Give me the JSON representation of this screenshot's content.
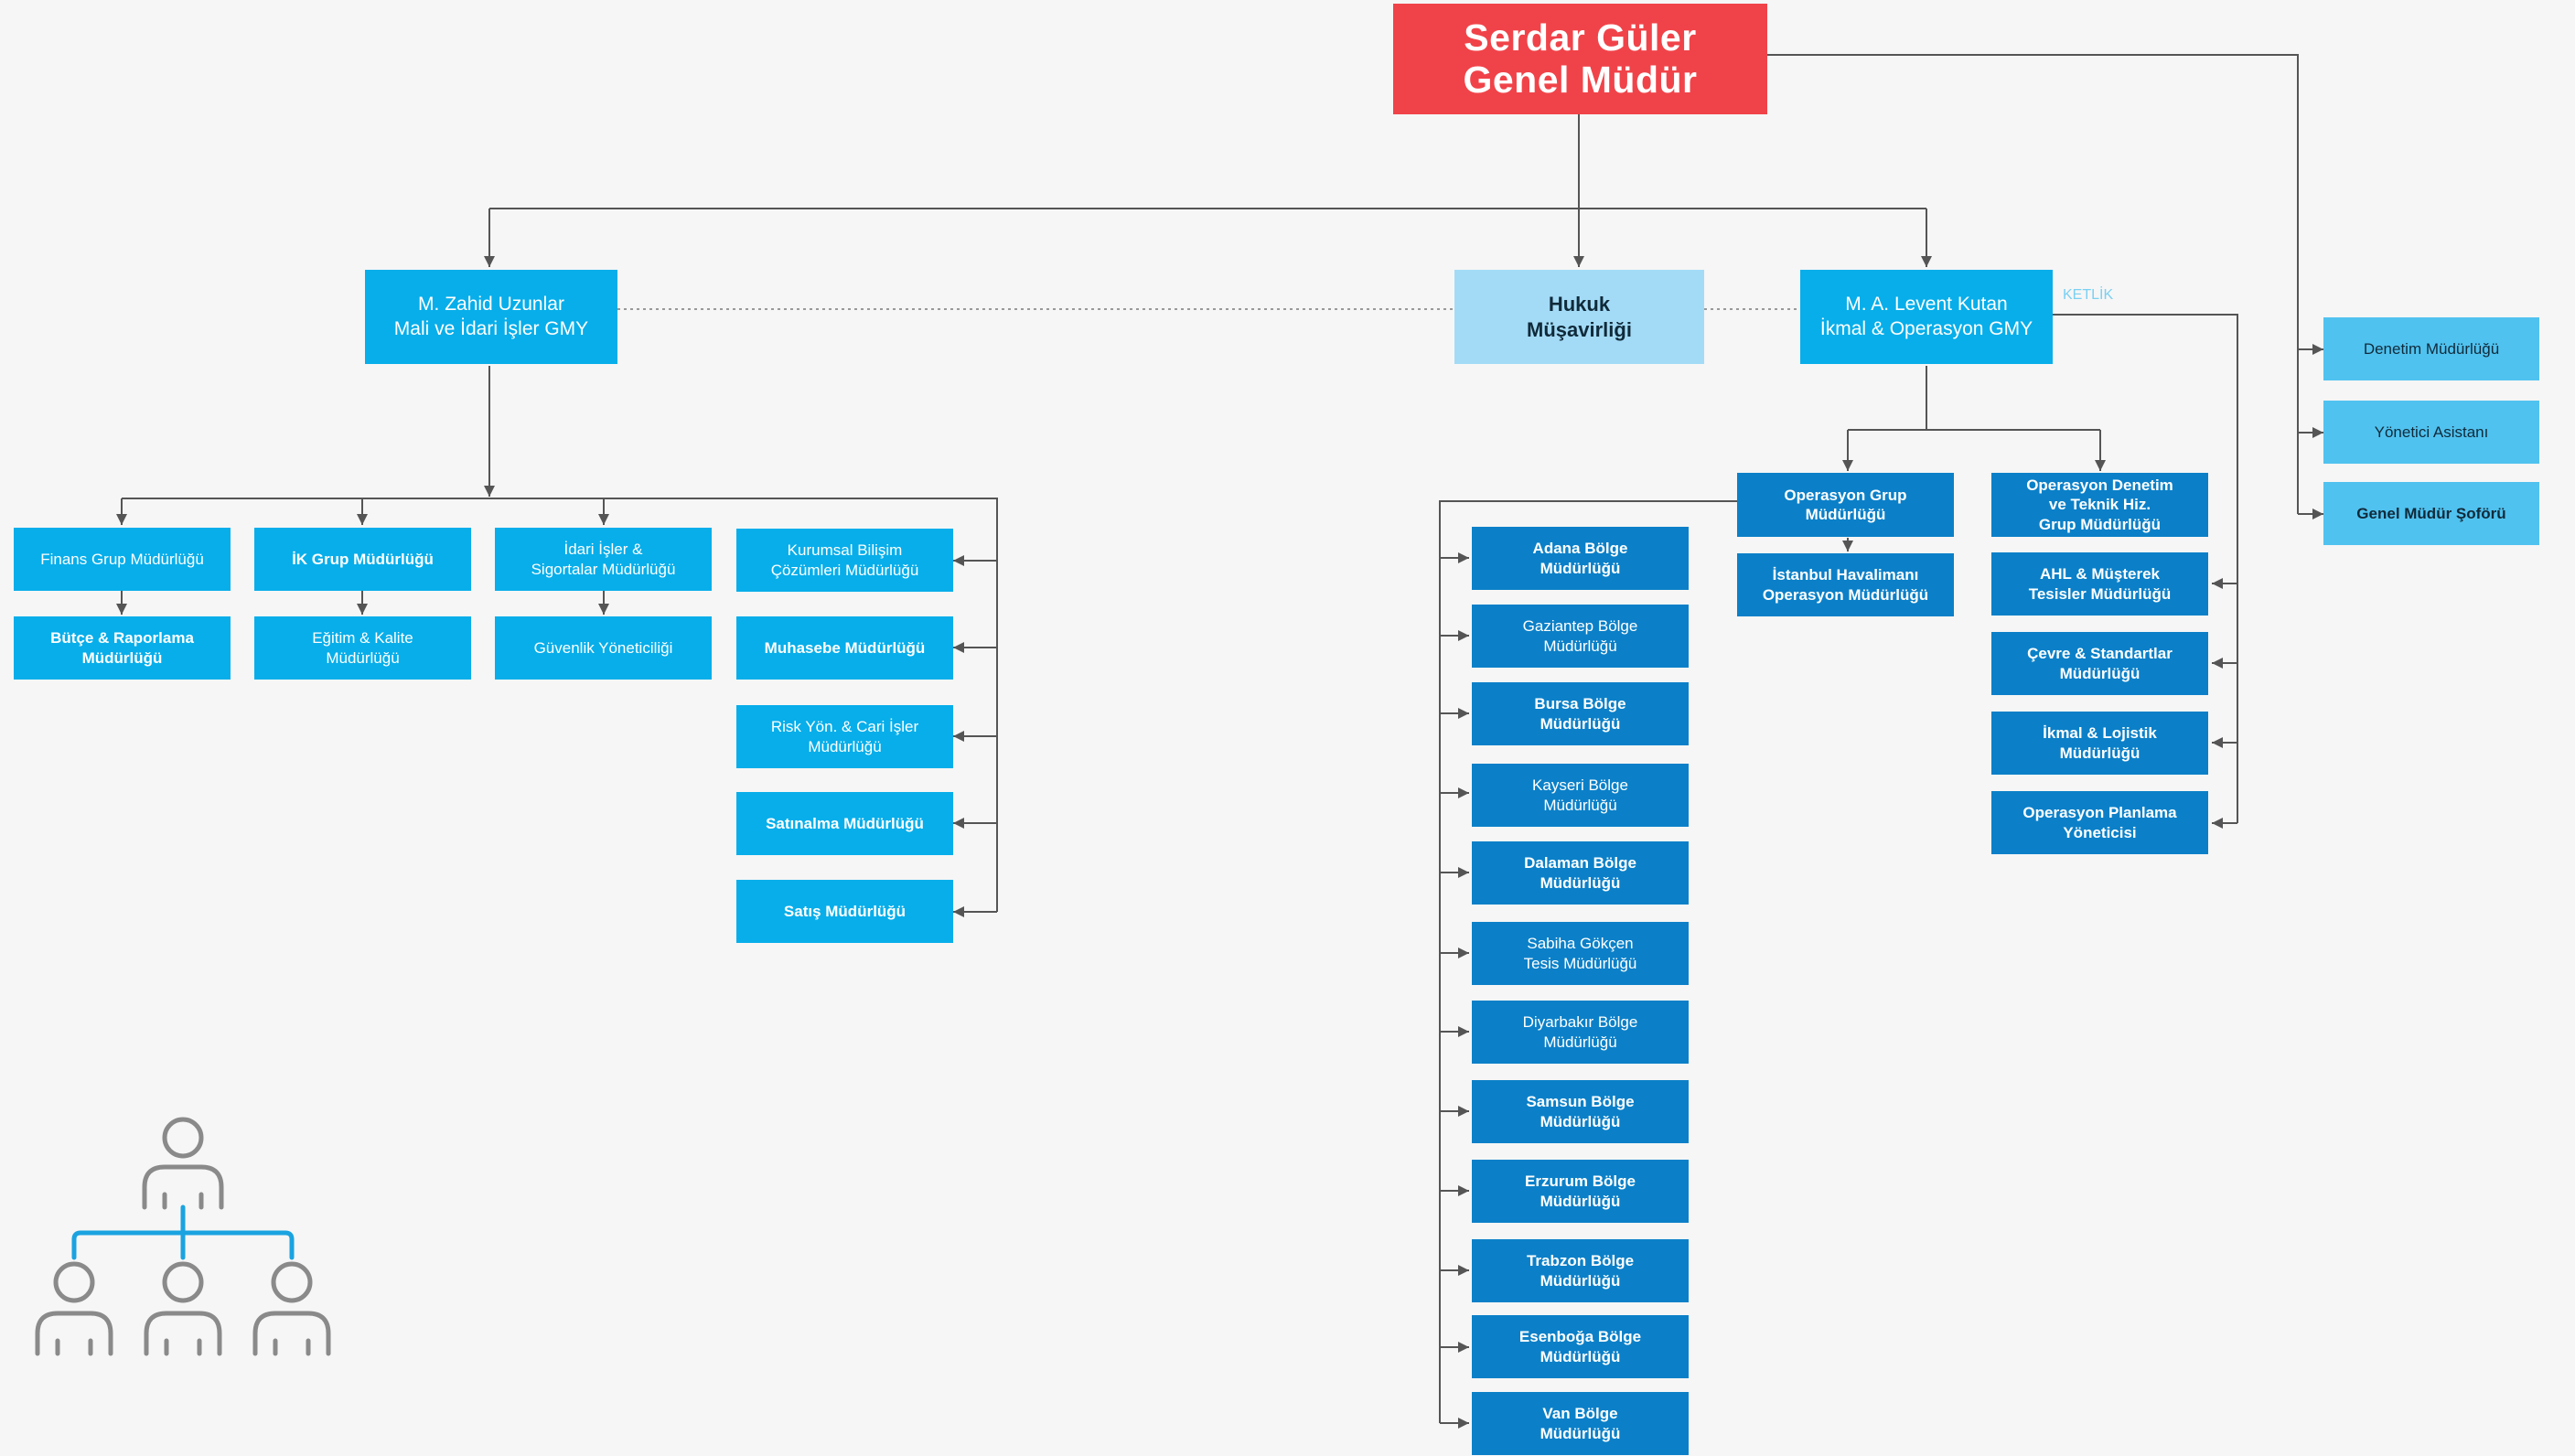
{
  "top": {
    "line1": "Serdar Güler",
    "line2": "Genel Müdür"
  },
  "gmy_left": {
    "name": "M. Zahid Uzunlar",
    "title": "Mali ve İdari İşler GMY"
  },
  "hukuk": {
    "line1": "Hukuk",
    "line2": "Müşavirliği"
  },
  "gmy_right": {
    "name": "M. A. Levent Kutan",
    "title": "İkmal & Operasyon GMY"
  },
  "faint_text": "KETLİK",
  "right_staff": [
    "Denetim Müdürlüğü",
    "Yönetici Asistanı",
    "Genel Müdür Şoförü"
  ],
  "left_units": {
    "finans": "Finans Grup Müdürlüğü",
    "butce": "Bütçe & Raporlama\nMüdürlüğü",
    "ik": "İK Grup Müdürlüğü",
    "egitim": "Eğitim & Kalite\nMüdürlüğü",
    "idari": "İdari İşler &\nSigortalar Müdürlüğü",
    "guvenlik": "Güvenlik Yöneticiliği",
    "kurumsal": "Kurumsal Bilişim\nÇözümleri Müdürlüğü",
    "muhasebe": "Muhasebe Müdürlüğü",
    "risk": "Risk Yön. & Cari İşler\nMüdürlüğü",
    "satinalma": "Satınalma Müdürlüğü",
    "satis": "Satış Müdürlüğü"
  },
  "ops": {
    "grup": "Operasyon Grup\nMüdürlüğü",
    "istanbul": "İstanbul Havalimanı\nOperasyon Müdürlüğü",
    "denetim": "Operasyon Denetim\nve Teknik Hiz.\nGrup Müdürlüğü",
    "ahl": "AHL & Müşterek\nTesisler Müdürlüğü",
    "cevre": "Çevre & Standartlar\nMüdürlüğü",
    "ikmal": "İkmal & Lojistik\nMüdürlüğü",
    "planlama": "Operasyon Planlama\nYöneticisi"
  },
  "regions": [
    "Adana Bölge\nMüdürlüğü",
    "Gaziantep Bölge\nMüdürlüğü",
    "Bursa Bölge\nMüdürlüğü",
    "Kayseri Bölge\nMüdürlüğü",
    "Dalaman Bölge\nMüdürlüğü",
    "Sabiha Gökçen\nTesis Müdürlüğü",
    "Diyarbakır Bölge\nMüdürlüğü",
    "Samsun Bölge\nMüdürlüğü",
    "Erzurum Bölge\nMüdürlüğü",
    "Trabzon Bölge\nMüdürlüğü",
    "Esenboğa Bölge\nMüdürlüğü",
    "Van Bölge\nMüdürlüğü"
  ],
  "colors": {
    "top": "#f04349",
    "primary": "#07aeea",
    "dark": "#0b80c8",
    "light": "#a3dbf6",
    "staff": "#50c2ef",
    "connector": "#555555",
    "icon_line": "#1aa3e0",
    "icon_person": "#8a8a8a"
  },
  "icons": {
    "org": "org-chart-icon"
  }
}
